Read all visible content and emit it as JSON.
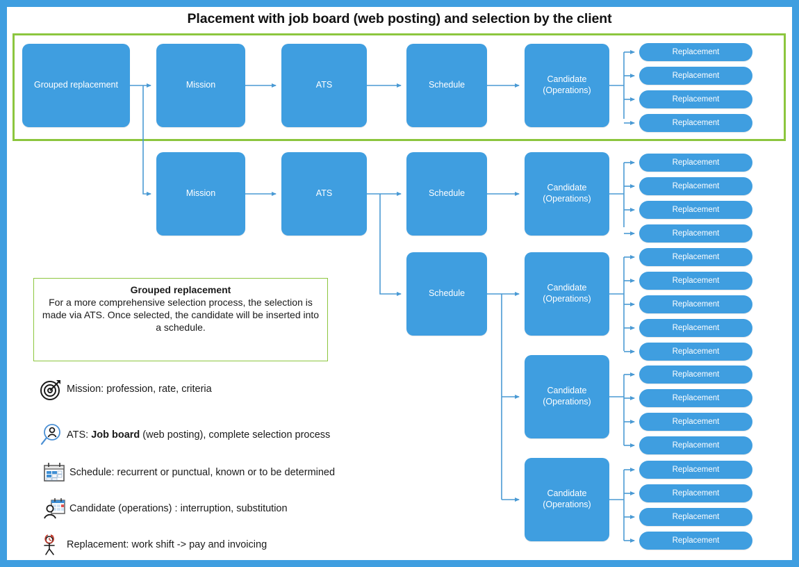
{
  "page": {
    "title": "Placement with job board (web posting) and selection by the client",
    "frame_color": "#3f9ee0",
    "accent_green": "#8cc63e",
    "node_color": "#3f9ee0",
    "connector_color": "#4a9ad4"
  },
  "nodes": {
    "grouped_replacement": "Grouped replacement",
    "mission": "Mission",
    "ats": "ATS",
    "schedule": "Schedule",
    "candidate_line1": "Candidate",
    "candidate_line2": "(Operations)",
    "replacement": "Replacement"
  },
  "flow": {
    "row1": {
      "label": "highlighted grouped-replacement lane",
      "steps": [
        "Grouped replacement",
        "Mission",
        "ATS",
        "Schedule",
        "Candidate (Operations)"
      ],
      "replacement_count": 4
    },
    "row2": {
      "steps": [
        "Mission",
        "ATS",
        "Schedule",
        "Candidate (Operations)"
      ],
      "replacement_count": 4
    },
    "row3": {
      "steps": [
        "Schedule",
        "Candidate (Operations)"
      ],
      "replacement_count": 5
    },
    "row4": {
      "steps": [
        "Candidate (Operations)"
      ],
      "replacement_count": 4
    },
    "row5": {
      "steps": [
        "Candidate (Operations)"
      ],
      "replacement_count": 4
    }
  },
  "callout": {
    "title": "Grouped replacement",
    "body": "For a more comprehensive selection process, the selection is made via ATS. Once selected, the candidate will be inserted into a schedule."
  },
  "legend": [
    {
      "icon": "target-icon",
      "text": "Mission: profession, rate, criteria",
      "bold": ""
    },
    {
      "icon": "person-search-icon",
      "text": "ATS: ",
      "bold": "Job board",
      "text_after": " (web posting), complete selection process"
    },
    {
      "icon": "calendar-icon",
      "text": "Schedule: recurrent or punctual, known or to be determined",
      "bold": ""
    },
    {
      "icon": "person-calendar-icon",
      "text": "Candidate (operations) : interruption, substitution",
      "bold": ""
    },
    {
      "icon": "person-clock-icon",
      "text": "Replacement: work shift -> pay and invoicing",
      "bold": ""
    }
  ],
  "replacement_labels": {
    "r1": "Replacement",
    "r2": "Replacement",
    "r3": "Replacement",
    "r4": "Replacement",
    "r5": "Replacement",
    "r6": "Replacement",
    "r7": "Replacement",
    "r8": "Replacement",
    "r9": "Replacement",
    "r10": "Replacement",
    "r11": "Replacement",
    "r12": "Replacement",
    "r13": "Replacement",
    "r14": "Replacement",
    "r15": "Replacement",
    "r16": "Replacement",
    "r17": "Replacement",
    "r18": "Replacement",
    "r19": "Replacement",
    "r20": "Replacement",
    "r21": "Replacement"
  }
}
